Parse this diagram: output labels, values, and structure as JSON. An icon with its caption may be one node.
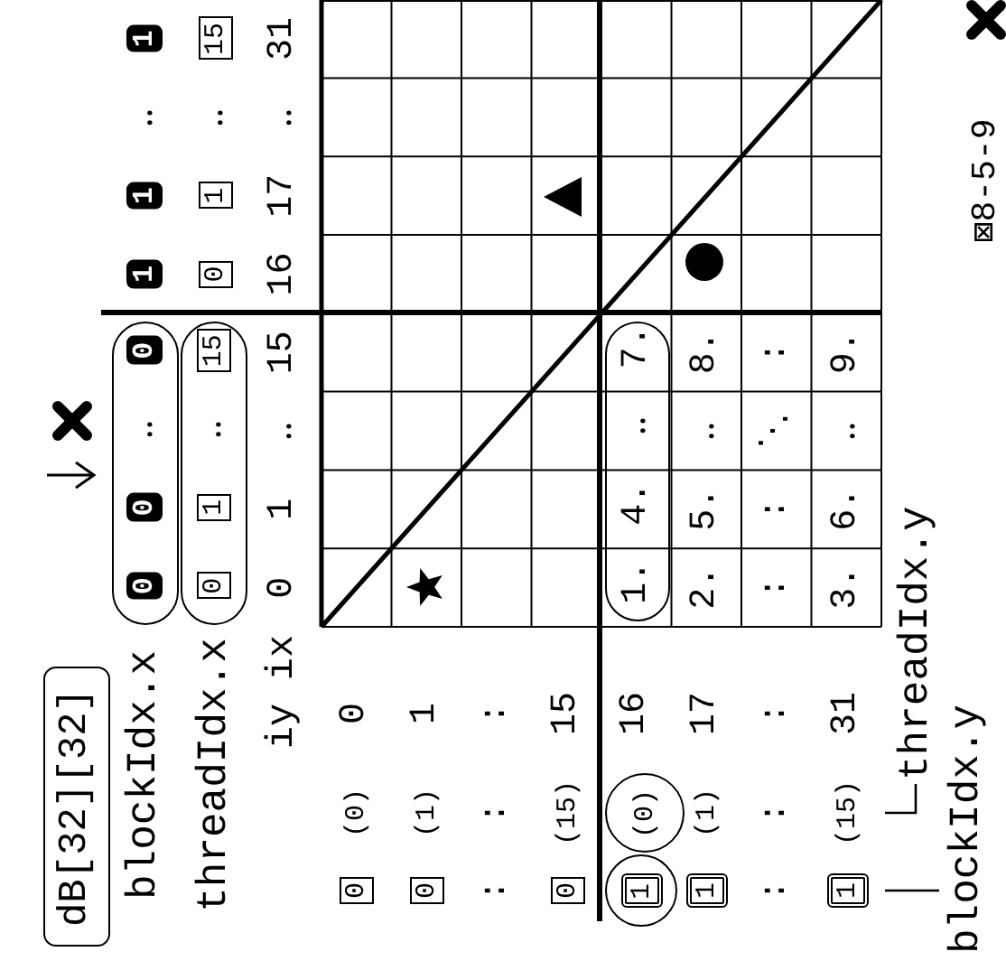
{
  "diagram": {
    "nodes": [
      {
        "text": [
          "dB[32][32]"
        ]
      },
      {
        "text": [
          "0",
          "0",
          "‥",
          "0"
        ]
      },
      {
        "text": [
          "0",
          "1",
          "‥",
          "15"
        ]
      },
      {
        "text": [
          "1"
        ]
      },
      {
        "text": [
          "(0)"
        ]
      },
      {
        "text": [
          "1.",
          "4.",
          "‥",
          "7."
        ]
      },
      {
        "text": [
          "threadIdx.y"
        ]
      },
      {
        "text": [
          "blockIdx.y"
        ]
      }
    ],
    "edges": [
      {
        "from": 6,
        "to": null,
        "arrow": "none"
      },
      {
        "from": 7,
        "to": null,
        "arrow": "none"
      }
    ],
    "labels": [
      "blockIdx.x",
      "threadIdx.x",
      "iy",
      "ix",
      "1",
      "1",
      "‥",
      "1",
      "0",
      "1",
      "‥",
      "15",
      "0",
      "1",
      "‥",
      "15",
      "16",
      "17",
      "‥",
      "31",
      "0",
      "(0)",
      "0",
      "0",
      "(1)",
      "1",
      ":",
      ":",
      ":",
      "0",
      "(15)",
      "15",
      "16",
      "1",
      "(1)",
      "17",
      ":",
      ":",
      ":",
      "1",
      "(15)",
      "31",
      "2.",
      "5.",
      "‥",
      "8.",
      ":",
      ":",
      "⋱",
      ":",
      "3.",
      "6.",
      "‥",
      "9.",
      "⊠8-5-9"
    ]
  }
}
